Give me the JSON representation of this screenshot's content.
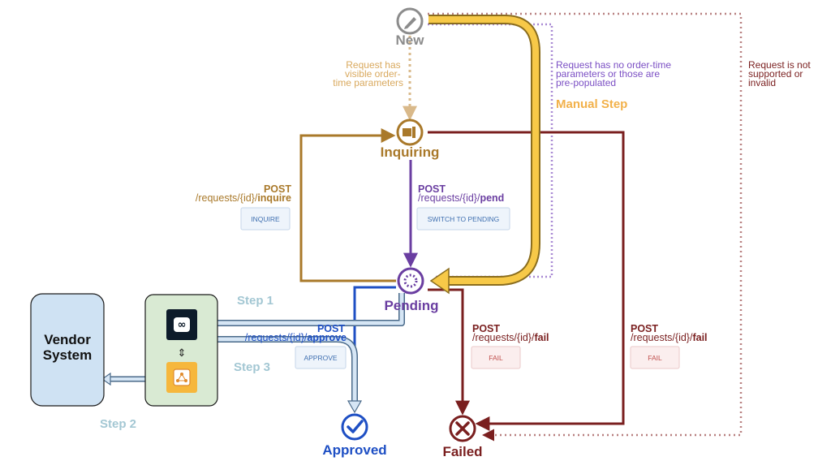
{
  "states": {
    "new": "New",
    "inquiring": "Inquiring",
    "pending": "Pending",
    "approved": "Approved",
    "failed": "Failed"
  },
  "notes": {
    "visible_params": [
      "Request has",
      "visible order-",
      "time parameters"
    ],
    "no_params": [
      "Request has no order-time",
      "parameters or those are",
      "pre-populated"
    ],
    "not_supported": [
      "Request is not",
      "supported or",
      "invalid"
    ],
    "manual_step": "Manual Step"
  },
  "transitions": {
    "inquire": {
      "method": "POST",
      "path": "/requests/{id}/",
      "action": "inquire",
      "button": "INQUIRE"
    },
    "pend": {
      "method": "POST",
      "path": "/requests/{id}/",
      "action": "pend",
      "button": "SWITCH TO PENDING"
    },
    "approve": {
      "method": "POST",
      "path": "/requests/{id}/",
      "action": "approve",
      "button": "APPROVE"
    },
    "fail_pending": {
      "method": "POST",
      "path": "/requests/{id}/",
      "action": "fail",
      "button": "FAIL"
    },
    "fail_inquiring": {
      "method": "POST",
      "path": "/requests/{id}/",
      "action": "fail",
      "button": "FAIL"
    }
  },
  "vendor": {
    "line1": "Vendor",
    "line2": "System"
  },
  "steps": {
    "step1": "Step 1",
    "step2": "Step 2",
    "step3": "Step 3"
  },
  "colors": {
    "new": "#8c8c8c",
    "inquiring": "#a9792a",
    "pending": "#6a3ea1",
    "approved": "#1e4fc4",
    "failed": "#7a1f1f",
    "manual": "#f7c948",
    "manual_text": "#f2b14a",
    "no_params_text": "#7b4fc4",
    "integration_box": "#d9ead3",
    "vendor_box": "#cfe2f3"
  },
  "icons": {
    "new": "pencil-icon",
    "inquiring": "form-icon",
    "pending": "spinner-icon",
    "approved": "check-icon",
    "failed": "x-icon",
    "integration": "infinity-icon",
    "connector": "hub-icon"
  }
}
